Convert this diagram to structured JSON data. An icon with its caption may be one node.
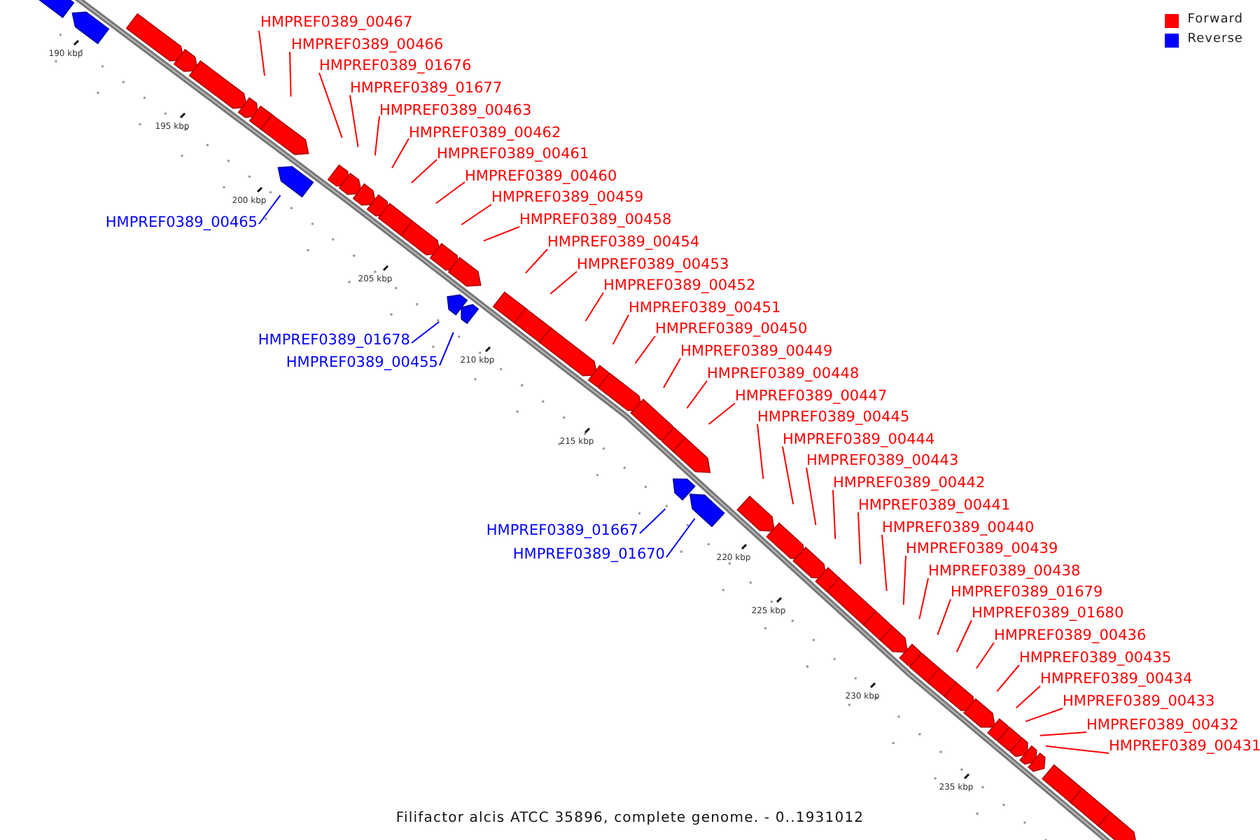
{
  "diagram": {
    "caption": "Filifactor alcis ATCC 35896, complete genome. - 0..1931012",
    "nodes": [
      {
        "text": [
          "HMPREF0389_00467"
        ]
      },
      {
        "text": [
          "HMPREF0389_00466"
        ]
      },
      {
        "text": [
          "HMPREF0389_01676"
        ]
      },
      {
        "text": [
          "HMPREF0389_01677"
        ]
      },
      {
        "text": [
          "HMPREF0389_00463"
        ]
      },
      {
        "text": [
          "HMPREF0389_00462"
        ]
      },
      {
        "text": [
          "HMPREF0389_00461"
        ]
      },
      {
        "text": [
          "HMPREF0389_00460"
        ]
      },
      {
        "text": [
          "HMPREF0389_00459"
        ]
      },
      {
        "text": [
          "HMPREF0389_00458"
        ]
      },
      {
        "text": [
          "HMPREF0389_00465"
        ]
      },
      {
        "text": [
          "HMPREF0389_00454"
        ]
      },
      {
        "text": [
          "HMPREF0389_00453"
        ]
      },
      {
        "text": [
          "HMPREF0389_00452"
        ]
      },
      {
        "text": [
          "HMPREF0389_00451"
        ]
      },
      {
        "text": [
          "HMPREF0389_00450"
        ]
      },
      {
        "text": [
          "HMPREF0389_01678"
        ]
      },
      {
        "text": [
          "HMPREF0389_00449"
        ]
      },
      {
        "text": [
          "HMPREF0389_00455"
        ]
      },
      {
        "text": [
          "HMPREF0389_00448"
        ]
      },
      {
        "text": [
          "HMPREF0389_00447"
        ]
      },
      {
        "text": [
          "HMPREF0389_00445"
        ]
      },
      {
        "text": [
          "HMPREF0389_00444"
        ]
      },
      {
        "text": [
          "HMPREF0389_00443"
        ]
      },
      {
        "text": [
          "HMPREF0389_00442"
        ]
      },
      {
        "text": [
          "HMPREF0389_00441"
        ]
      },
      {
        "text": [
          "HMPREF0389_00440"
        ]
      },
      {
        "text": [
          "HMPREF0389_01667"
        ]
      },
      {
        "text": [
          "HMPREF0389_00439"
        ]
      },
      {
        "text": [
          "HMPREF0389_01670"
        ]
      },
      {
        "text": [
          "HMPREF0389_00438"
        ]
      },
      {
        "text": [
          "HMPREF0389_01679"
        ]
      },
      {
        "text": [
          "HMPREF0389_01680"
        ]
      },
      {
        "text": [
          "HMPREF0389_00436"
        ]
      },
      {
        "text": [
          "HMPREF0389_00435"
        ]
      },
      {
        "text": [
          "HMPREF0389_00434"
        ]
      },
      {
        "text": [
          "HMPREF0389_00433"
        ]
      },
      {
        "text": [
          "HMPREF0389_00432"
        ]
      },
      {
        "text": [
          "HMPREF0389_00431"
        ]
      }
    ],
    "edges": [
      {
        "from": 0,
        "to": null,
        "arrow": "none"
      },
      {
        "from": 1,
        "to": null,
        "arrow": "none"
      },
      {
        "from": 2,
        "to": null,
        "arrow": "none"
      },
      {
        "from": 3,
        "to": null,
        "arrow": "none"
      },
      {
        "from": 4,
        "to": null,
        "arrow": "none"
      },
      {
        "from": 5,
        "to": null,
        "arrow": "none"
      },
      {
        "from": 6,
        "to": null,
        "arrow": "none"
      },
      {
        "from": 7,
        "to": null,
        "arrow": "none"
      },
      {
        "from": 8,
        "to": null,
        "arrow": "none"
      },
      {
        "from": 9,
        "to": null,
        "arrow": "none"
      },
      {
        "from": 10,
        "to": null,
        "arrow": "none",
        "color": "#0000ff"
      },
      {
        "from": 11,
        "to": null,
        "arrow": "none"
      },
      {
        "from": 12,
        "to": null,
        "arrow": "none"
      },
      {
        "from": 13,
        "to": null,
        "arrow": "none"
      },
      {
        "from": 14,
        "to": null,
        "arrow": "none"
      },
      {
        "from": 15,
        "to": null,
        "arrow": "none"
      },
      {
        "from": 16,
        "to": null,
        "arrow": "none",
        "color": "#0000ff"
      },
      {
        "from": 17,
        "to": null,
        "arrow": "none"
      },
      {
        "from": 18,
        "to": null,
        "arrow": "none",
        "color": "#0000ff"
      },
      {
        "from": 19,
        "to": null,
        "arrow": "none"
      },
      {
        "from": 20,
        "to": null,
        "arrow": "none"
      },
      {
        "from": 21,
        "to": null,
        "arrow": "none"
      },
      {
        "from": 22,
        "to": null,
        "arrow": "none"
      },
      {
        "from": 23,
        "to": null,
        "arrow": "none"
      },
      {
        "from": 24,
        "to": null,
        "arrow": "none"
      },
      {
        "from": 25,
        "to": null,
        "arrow": "none"
      },
      {
        "from": 26,
        "to": null,
        "arrow": "none"
      },
      {
        "from": 27,
        "to": null,
        "arrow": "none",
        "color": "#0000ff"
      },
      {
        "from": 28,
        "to": null,
        "arrow": "none"
      },
      {
        "from": 29,
        "to": null,
        "arrow": "none",
        "color": "#0000ff"
      },
      {
        "from": 30,
        "to": null,
        "arrow": "none"
      },
      {
        "from": 31,
        "to": null,
        "arrow": "none"
      },
      {
        "from": 32,
        "to": null,
        "arrow": "none"
      },
      {
        "from": 33,
        "to": null,
        "arrow": "none"
      },
      {
        "from": 34,
        "to": null,
        "arrow": "none"
      },
      {
        "from": 35,
        "to": null,
        "arrow": "none"
      },
      {
        "from": 36,
        "to": null,
        "arrow": "none"
      },
      {
        "from": 37,
        "to": null,
        "arrow": "none"
      },
      {
        "from": 38,
        "to": null,
        "arrow": "none"
      }
    ],
    "labels": [
      "190 kbp",
      "195 kbp",
      "200 kbp",
      "205 kbp",
      "210 kbp",
      "215 kbp",
      "220 kbp",
      "225 kbp",
      "230 kbp",
      "235 kbp"
    ],
    "legend": [
      {
        "text": "Forward",
        "color": "#ff0000"
      },
      {
        "text": "Reverse",
        "color": "#0000ff"
      }
    ]
  }
}
